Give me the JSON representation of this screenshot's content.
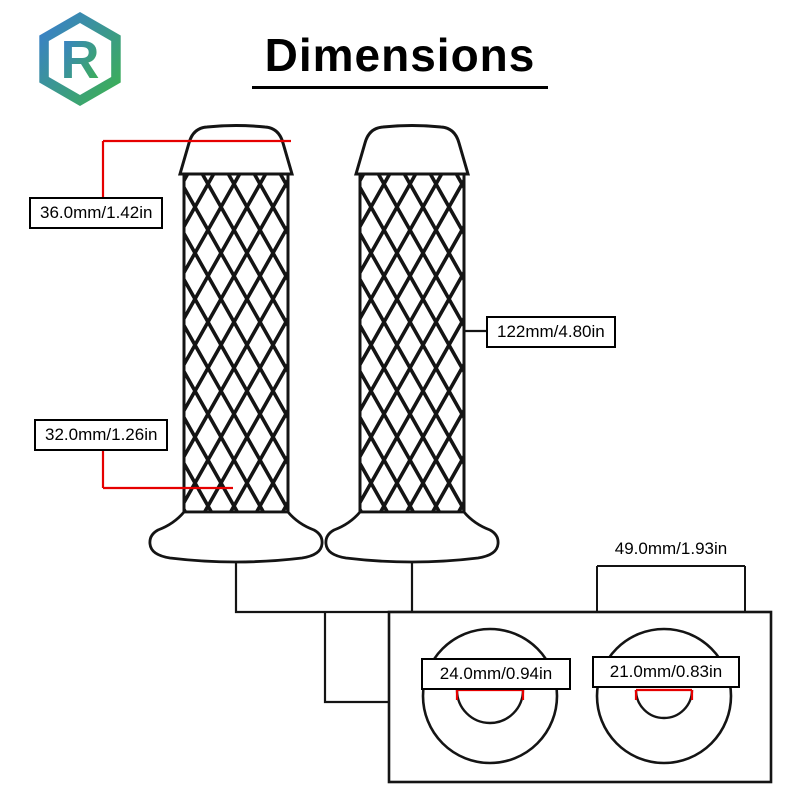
{
  "title": "Dimensions",
  "logo": {
    "letter": "R"
  },
  "labels": {
    "cap_diameter": "36.0mm/1.42in",
    "grip_diameter": "32.0mm/1.26in",
    "total_length": "122mm/4.80in",
    "flange_diameter": "49.0mm/1.93in",
    "left_bore_diameter": "24.0mm/0.94in",
    "right_bore_diameter": "21.0mm/0.83in"
  },
  "colors": {
    "outline": "#141414",
    "dimension_line": "#e60000",
    "logo_blue": "#3a7bd5",
    "logo_green": "#3cb44a"
  }
}
